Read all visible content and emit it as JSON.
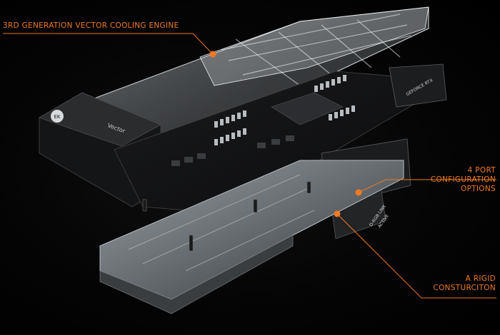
{
  "callouts": {
    "cooling_engine": "3RD GENERATION VECTOR COOLING ENGINE",
    "port_config_line1": "4 PORT",
    "port_config_line2": "CONFIGURATION",
    "port_config_line3": "OPTIONS",
    "rigid_line1": "A RIGID",
    "rigid_line2": "CONSTURCITON"
  },
  "product_markings": {
    "gpu_label": "GEFORCE RTX",
    "ek_logo": "EK",
    "block_brand": "Vector",
    "dlink_label_1": "D-RGB LINK",
    "dlink_label_2": "ACTIVE"
  },
  "colors": {
    "accent": "#f07a22",
    "background": "#000000"
  }
}
